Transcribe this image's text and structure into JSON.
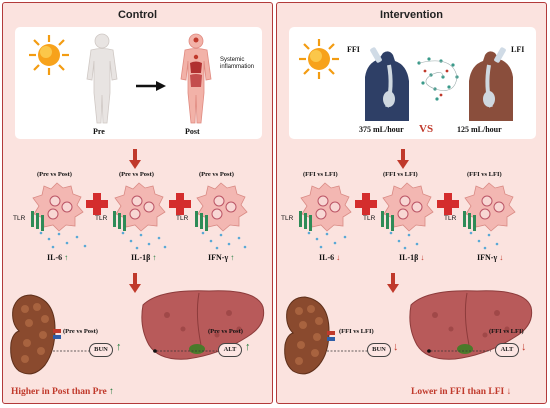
{
  "left": {
    "title": "Control",
    "pre_label": "Pre",
    "post_label": "Post",
    "systemic_label": "Systemic inflammation",
    "comparison": "(Pre vs  Post)",
    "receptor": "TLR",
    "cytokines": [
      "IL-6",
      "IL-1β",
      "IFN-γ"
    ],
    "kidney_comparison": "(Pre vs  Post)",
    "kidney_marker": "BUN",
    "liver_comparison": "(Pre vs  Post)",
    "liver_marker": "ALT",
    "footer": "Higher in Post than Pre"
  },
  "right": {
    "title": "Intervention",
    "ffi_label": "FFI",
    "lfi_label": "LFI",
    "ffi_rate": "375 mL/hour",
    "vs": "VS",
    "lfi_rate": "125 mL/hour",
    "comparison": "(FFI vs LFI)",
    "receptor": "TLR",
    "cytokines": [
      "IL-6",
      "IL-1β",
      "IFN-γ"
    ],
    "kidney_comparison": "(FFI vs LFI)",
    "kidney_marker": "BUN",
    "liver_comparison": "(FFI vs LFI)",
    "liver_marker": "ALT",
    "footer": "Lower in FFI than LFI"
  },
  "colors": {
    "panel_border": "#b23a3a",
    "panel_fill": "#fbe3df",
    "increase_arrow": "#1e7a3a",
    "decrease_arrow": "#c0392b"
  }
}
